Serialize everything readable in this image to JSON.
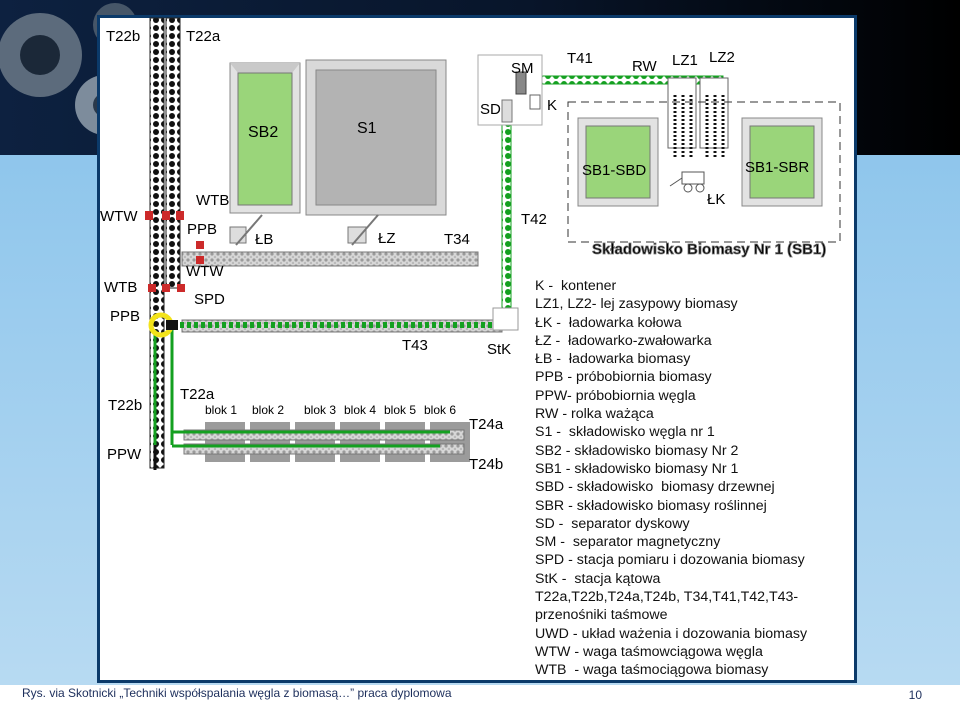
{
  "diagram": {
    "conveyors": {
      "t22b": "T22b",
      "t22a_top": "T22a",
      "t34": "T34",
      "t41": "T41",
      "t42": "T42",
      "t43": "T43",
      "t22a_mid": "T22a",
      "t22b_left": "T22b",
      "t24a": "T24a",
      "t24b": "T24b"
    },
    "equipment": {
      "sm": "SM",
      "sd": "SD",
      "k": "K",
      "rw": "RW",
      "lz1": "LZ1",
      "lz2": "LZ2",
      "sb1_sbd": "SB1-SBD",
      "sb1_sbr": "SB1-SBR",
      "lk": "ŁK",
      "storage_title": "Składowisko Biomasy Nr 1 (SB1)",
      "sb2": "SB2",
      "s1": "S1",
      "wtb_top": "WTB",
      "ppb_top": "PPB",
      "lb": "ŁB",
      "lz": "ŁZ",
      "wtw_left": "WTW",
      "wtb_left": "WTB",
      "wtw_mid": "WTW",
      "ppb_left": "PPB",
      "spd": "SPD",
      "stk": "StK",
      "ppw": "PPW"
    },
    "blocks": [
      "blok 1",
      "blok 2",
      "blok 3",
      "blok 4",
      "blok 5",
      "blok 6"
    ]
  },
  "legend": [
    "K -  kontener",
    "LZ1, LZ2- lej zasypowy biomasy",
    "ŁK -  ładowarka kołowa",
    "ŁZ -  ładowarko-zwałowarka",
    "ŁB -  ładowarka biomasy",
    "PPB - próbobiornia biomasy",
    "PPW- próbobiornia węgla",
    "RW - rolka ważąca",
    "S1 -  składowisko węgla nr 1",
    "SB2 - składowisko biomasy Nr 2",
    "SB1 - składowisko biomasy Nr 1",
    "SBD - składowisko  biomasy drzewnej",
    "SBR - składowisko biomasy roślinnej",
    "SD -  separator dyskowy",
    "SM -  separator magnetyczny",
    "SPD - stacja pomiaru i dozowania biomasy",
    "StK -  stacja kątowa",
    "T22a,T22b,T24a,T24b, T34,T41,T42,T43-",
    "przenośniki taśmowe",
    "UWD - układ ważenia i dozowania biomasy",
    "WTW - waga taśmowciągowa węgla",
    "WTB  - waga taśmociągowa biomasy"
  ],
  "footer": {
    "caption": "Rys. via Skotnicki „Techniki współspalania węgla z biomasą…” praca dyplomowa",
    "page": "10"
  }
}
